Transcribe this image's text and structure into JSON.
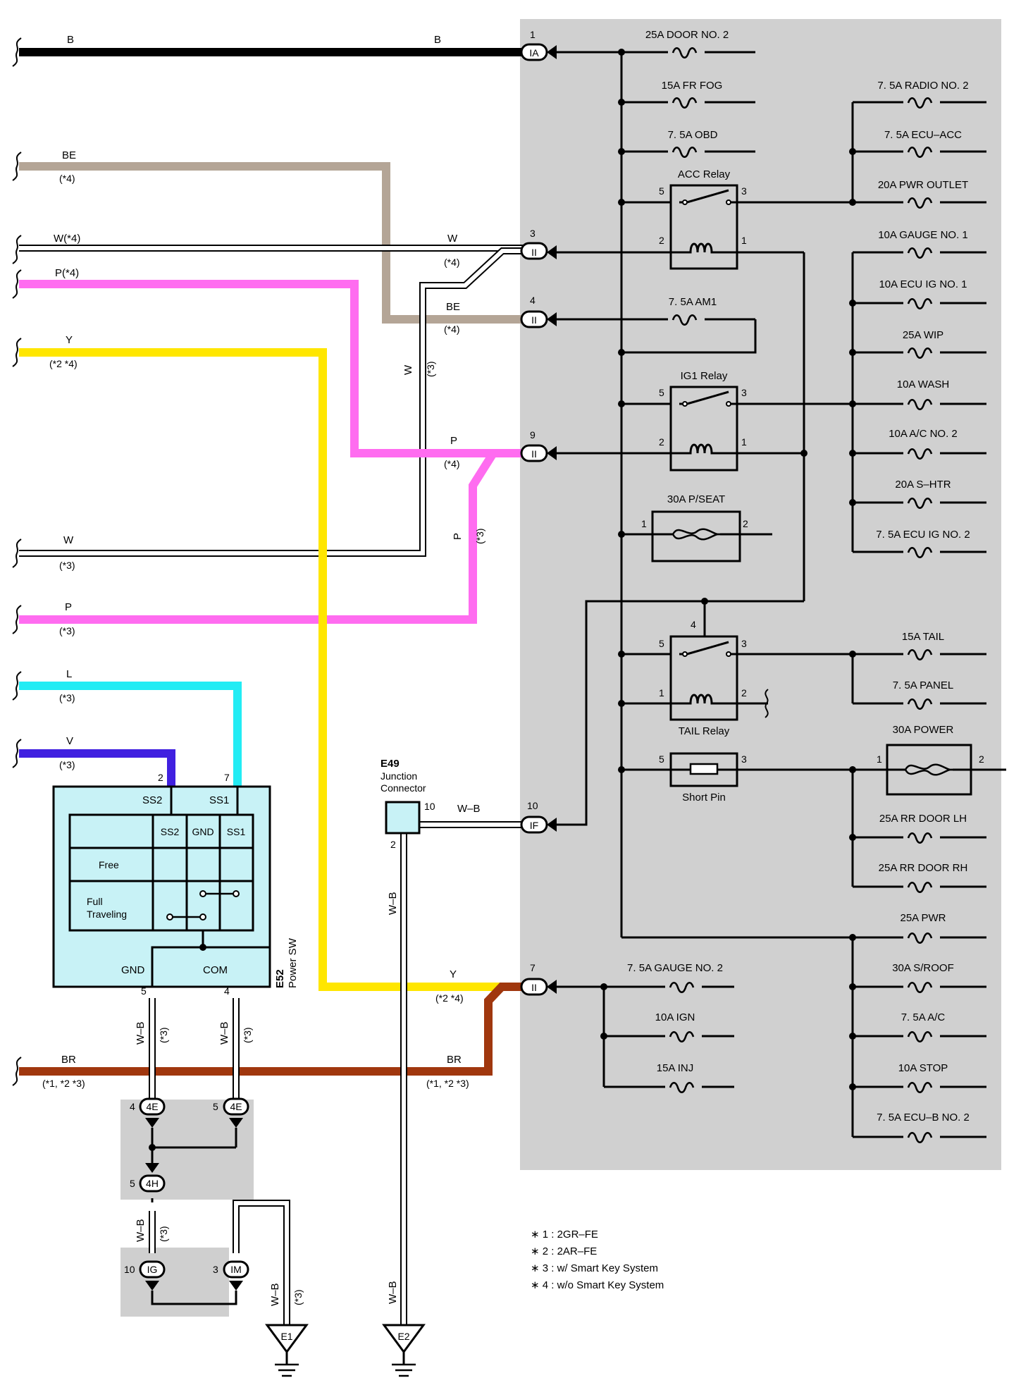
{
  "colors": {
    "junction_block_bg": "#d0d0d0",
    "connector_block_bg": "#cfcfcf",
    "switch_fill": "#c8f2f6",
    "wire_black": "#000000",
    "wire_beige": "#b4a596",
    "wire_pink": "#ff6cf0",
    "wire_yellow": "#ffe600",
    "wire_cyan": "#22ecf4",
    "wire_violet": "#4020e0",
    "wire_brown": "#a0370e"
  },
  "left_wires": [
    {
      "code": "B",
      "note": ""
    },
    {
      "code": "BE",
      "note": "(*4)"
    },
    {
      "code": "W(*4)",
      "note": ""
    },
    {
      "code": "P(*4)",
      "note": ""
    },
    {
      "code": "Y",
      "note": "(*2 *4)"
    },
    {
      "code": "W",
      "note": "(*3)"
    },
    {
      "code": "P",
      "note": "(*3)"
    },
    {
      "code": "L",
      "note": "(*3)"
    },
    {
      "code": "V",
      "note": "(*3)"
    },
    {
      "code": "BR",
      "note": "(*1, *2 *3)"
    }
  ],
  "inbound": [
    {
      "pin": "1",
      "conn": "IA",
      "wire": "B",
      "note": ""
    },
    {
      "pin": "3",
      "conn": "II",
      "wire": "W",
      "note": "(*4)"
    },
    {
      "pin": "4",
      "conn": "II",
      "wire": "BE",
      "note": "(*4)"
    },
    {
      "pin": "9",
      "conn": "II",
      "wire": "P",
      "note": "(*4)"
    },
    {
      "pin": "10",
      "conn": "IF",
      "wire": "W–B",
      "note": ""
    },
    {
      "pin": "7",
      "conn": "II",
      "wire": "Y",
      "note": "(*2 *4)"
    }
  ],
  "vertical_labels": {
    "w3": [
      "W",
      "(*3)"
    ],
    "p3": [
      "P",
      "(*3)"
    ],
    "wb_sw5": [
      "W–B",
      "(*3)"
    ],
    "wb_sw4": [
      "W–B",
      "(*3)"
    ],
    "wb_e49": "W–B",
    "wb_4h": [
      "W–B",
      "(*3)"
    ],
    "wb_e1": [
      "W–B",
      "(*3)"
    ],
    "wb_e2": "W–B"
  },
  "br_right": {
    "code": "BR",
    "note": "(*1, *2 *3)"
  },
  "fuses_mid": [
    "25A DOOR NO. 2",
    "15A FR FOG",
    "7. 5A OBD",
    "7. 5A AM1"
  ],
  "fuses_right_top": [
    "7. 5A RADIO NO. 2",
    "7. 5A ECU–ACC",
    "20A PWR OUTLET",
    "10A GAUGE NO. 1",
    "10A ECU IG NO. 1",
    "25A WIP",
    "10A WASH",
    "10A A/C NO. 2",
    "20A S–HTR",
    "7. 5A ECU IG NO. 2"
  ],
  "fuses_tail": [
    "15A TAIL",
    "7. 5A PANEL"
  ],
  "power_fuse": {
    "label": "30A POWER",
    "pin_a": "1",
    "pin_b": "2"
  },
  "fuses_power": [
    "25A RR DOOR LH",
    "25A RR DOOR RH",
    "25A PWR",
    "30A S/ROOF",
    "7. 5A A/C",
    "10A STOP",
    "7. 5A ECU–B NO. 2"
  ],
  "fuses_ig": [
    "7. 5A GAUGE NO. 2",
    "10A IGN",
    "15A INJ"
  ],
  "relays": {
    "acc": {
      "name": "ACC Relay",
      "p1": "5",
      "p2": "3",
      "p3": "2",
      "p4": "1"
    },
    "ig1": {
      "name": "IG1 Relay",
      "p1": "5",
      "p2": "3",
      "p3": "2",
      "p4": "1"
    },
    "tail": {
      "name": "TAIL Relay",
      "p1": "5",
      "p2": "3",
      "p3": "1",
      "p4": "2",
      "p5": "4"
    }
  },
  "pseat": {
    "name": "30A P/SEAT",
    "pin_a": "1",
    "pin_b": "2"
  },
  "short_pin": {
    "name": "Short Pin",
    "pin_a": "5",
    "pin_b": "3"
  },
  "power_sw": {
    "code": "E52",
    "name": "Power SW",
    "ss2": "SS2",
    "ss1": "SS1",
    "pin_ss2": "2",
    "pin_ss1": "7",
    "table_headers": [
      "SS2",
      "GND",
      "SS1"
    ],
    "row_free": "Free",
    "row_full_1": "Full",
    "row_full_2": "Traveling",
    "gnd": "GND",
    "com": "COM",
    "pin_gnd": "5",
    "pin_com": "4"
  },
  "junction_connector": {
    "code": "E49",
    "line1": "Junction",
    "line2": "Connector",
    "pin_out": "10",
    "pin_down": "2",
    "wire": "W–B"
  },
  "connectors_small": [
    {
      "pin": "4",
      "code": "4E"
    },
    {
      "pin": "5",
      "code": "4E"
    },
    {
      "pin": "5",
      "code": "4H"
    },
    {
      "pin": "10",
      "code": "IG"
    },
    {
      "pin": "3",
      "code": "IM"
    }
  ],
  "grounds": [
    "E1",
    "E2"
  ],
  "legend": [
    "∗ 1 : 2GR–FE",
    "∗ 2 : 2AR–FE",
    "∗ 3 : w/ Smart Key System",
    "∗ 4 : w/o Smart Key System"
  ]
}
